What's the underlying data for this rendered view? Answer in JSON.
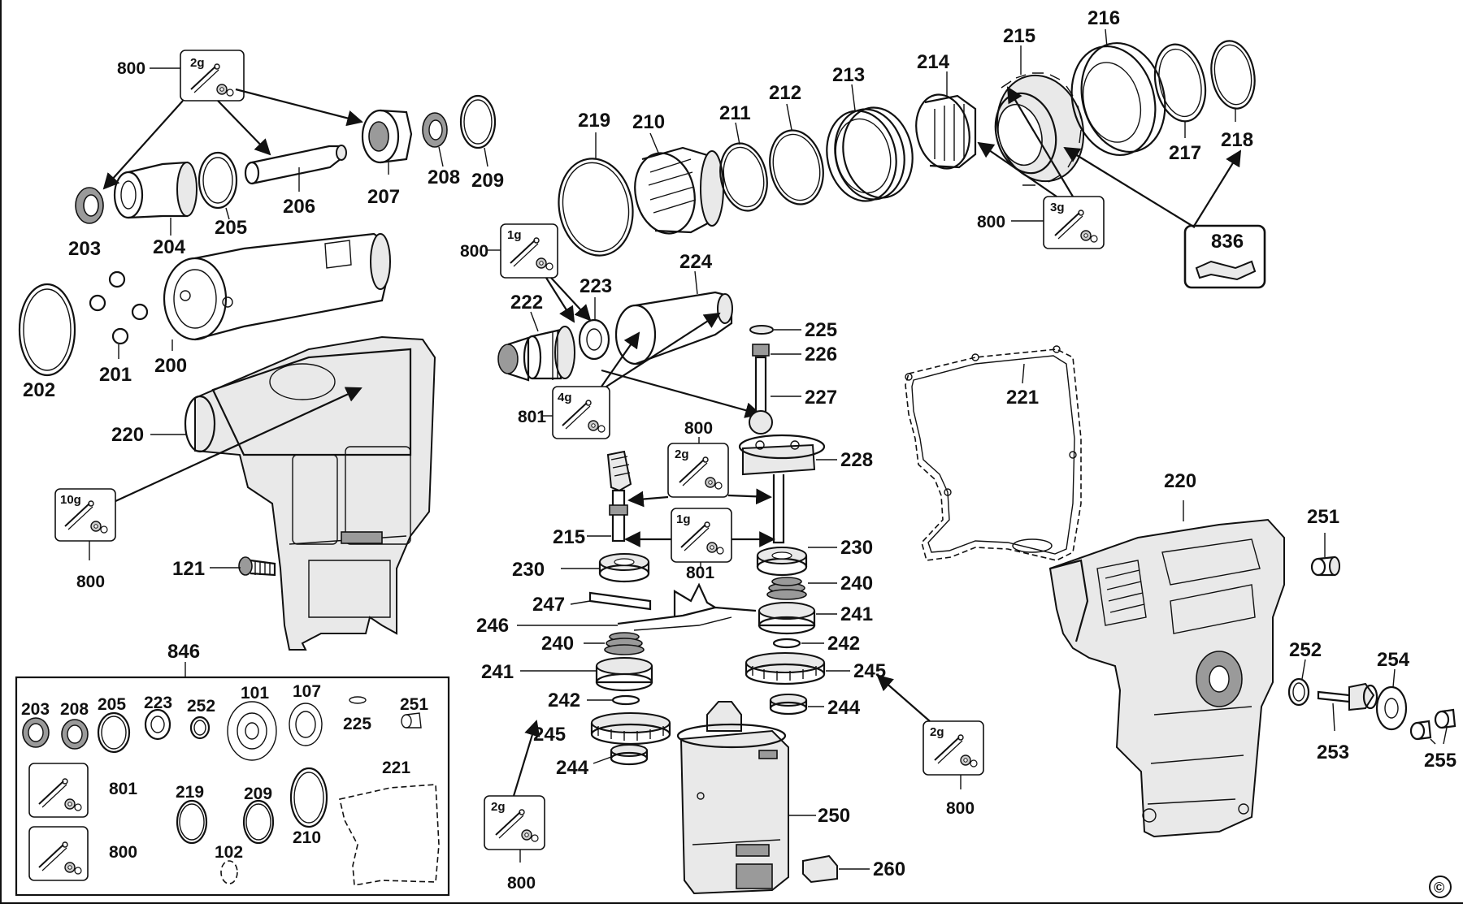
{
  "labels": {
    "l800a": "800",
    "l203": "203",
    "l204": "204",
    "l205": "205",
    "l206": "206",
    "l207": "207",
    "l208": "208",
    "l209": "209",
    "l202": "202",
    "l201": "201",
    "l200": "200",
    "l220a": "220",
    "l800b": "800",
    "l121": "121",
    "l219": "219",
    "l210": "210",
    "l211": "211",
    "l212": "212",
    "l213": "213",
    "l214": "214",
    "l215a": "215",
    "l216": "216",
    "l217": "217",
    "l218": "218",
    "l800c": "800",
    "l836": "836",
    "l800d": "800",
    "l222": "222",
    "l223": "223",
    "l224": "224",
    "l801a": "801",
    "l225": "225",
    "l226": "226",
    "l227": "227",
    "l221": "221",
    "l800e": "800",
    "l228": "228",
    "l215b": "215",
    "l230a": "230",
    "l230b": "230",
    "l801b": "801",
    "l247": "247",
    "l246": "246",
    "l240a": "240",
    "l241a": "241",
    "l242a": "242",
    "l245a": "245",
    "l244a": "244",
    "l240b": "240",
    "l241b": "241",
    "l242b": "242",
    "l245b": "245",
    "l244b": "244",
    "l800f": "800",
    "l800g": "800",
    "l250": "250",
    "l260": "260",
    "l220b": "220",
    "l251": "251",
    "l252": "252",
    "l253": "253",
    "l254": "254",
    "l255": "255",
    "l846": "846",
    "k203": "203",
    "k208": "208",
    "k205": "205",
    "k223": "223",
    "k252": "252",
    "k101": "101",
    "k107": "107",
    "k225": "225",
    "k251": "251",
    "k801": "801",
    "k221": "221",
    "k219": "219",
    "k209": "209",
    "k210": "210",
    "k800": "800",
    "k102": "102",
    "copyright": "©"
  },
  "kits": {
    "k2g": "2g",
    "k3g": "3g",
    "k1g": "1g",
    "k4g": "4g",
    "k10g": "10g"
  }
}
